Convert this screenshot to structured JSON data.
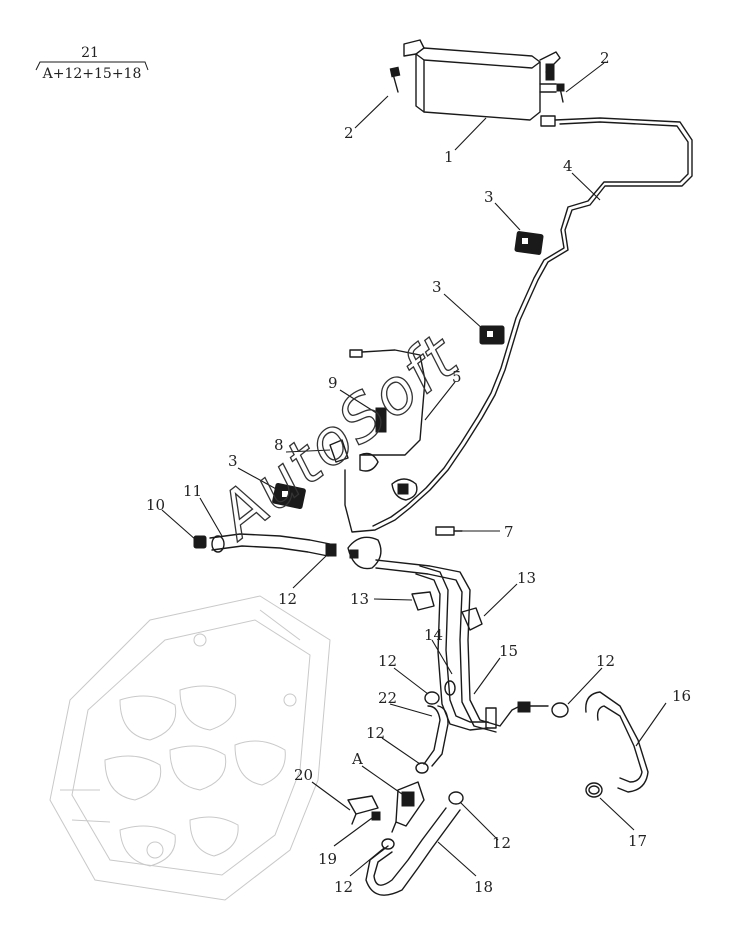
{
  "assembly": {
    "number": "21",
    "formula": "A+12+15+18"
  },
  "watermark": "AutoSoft",
  "callouts": [
    "1",
    "2",
    "2",
    "3",
    "3",
    "3",
    "4",
    "5",
    "7",
    "8",
    "9",
    "10",
    "11",
    "12",
    "13",
    "13",
    "14",
    "15",
    "12",
    "16",
    "22",
    "12",
    "A",
    "20",
    "19",
    "12",
    "18",
    "12",
    "17",
    "12"
  ]
}
